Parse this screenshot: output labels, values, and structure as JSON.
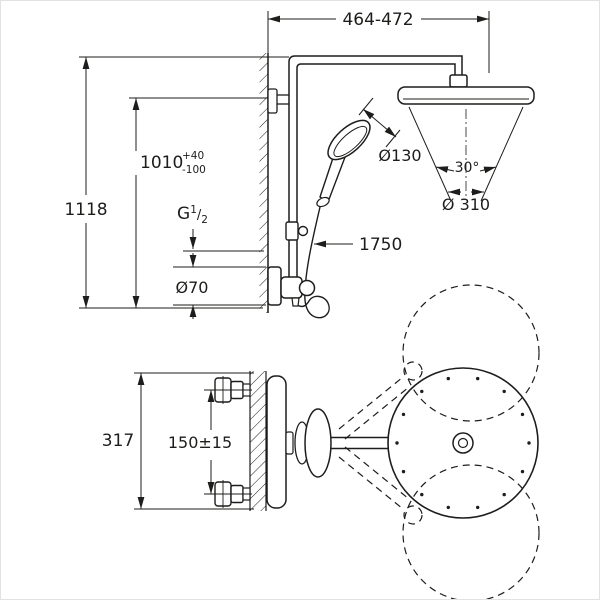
{
  "diagram": {
    "labels": {
      "width_range": "464-472",
      "height_total": "1118",
      "height_upper": "1010",
      "tolerance_plus": "+40",
      "tolerance_minus": "-100",
      "thread_letter": "G",
      "thread_numerator": "1",
      "thread_slash": "/",
      "thread_denominator": "2",
      "hand_shower_diameter": "Ø130",
      "spray_angle": "30°",
      "head_diameter": "Ø 310",
      "hose_length": "1750",
      "escutcheon_diameter": "Ø70",
      "valve_width": "317",
      "inlet_spacing": "150±15"
    }
  }
}
